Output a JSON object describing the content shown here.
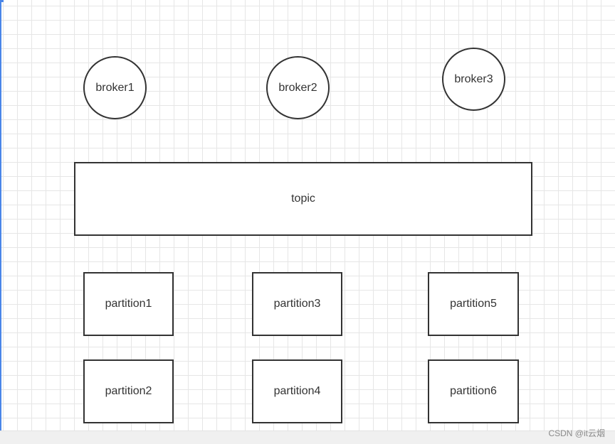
{
  "diagram": {
    "brokers": [
      {
        "label": "broker1"
      },
      {
        "label": "broker2"
      },
      {
        "label": "broker3"
      }
    ],
    "topic": {
      "label": "topic"
    },
    "partitions": [
      {
        "label": "partition1"
      },
      {
        "label": "partition3"
      },
      {
        "label": "partition5"
      },
      {
        "label": "partition2"
      },
      {
        "label": "partition4"
      },
      {
        "label": "partition6"
      }
    ]
  },
  "watermark": "CSDN @it云烟",
  "colors": {
    "stroke": "#333333",
    "grid": "#e6e6e6",
    "accent": "#4a86e8"
  }
}
